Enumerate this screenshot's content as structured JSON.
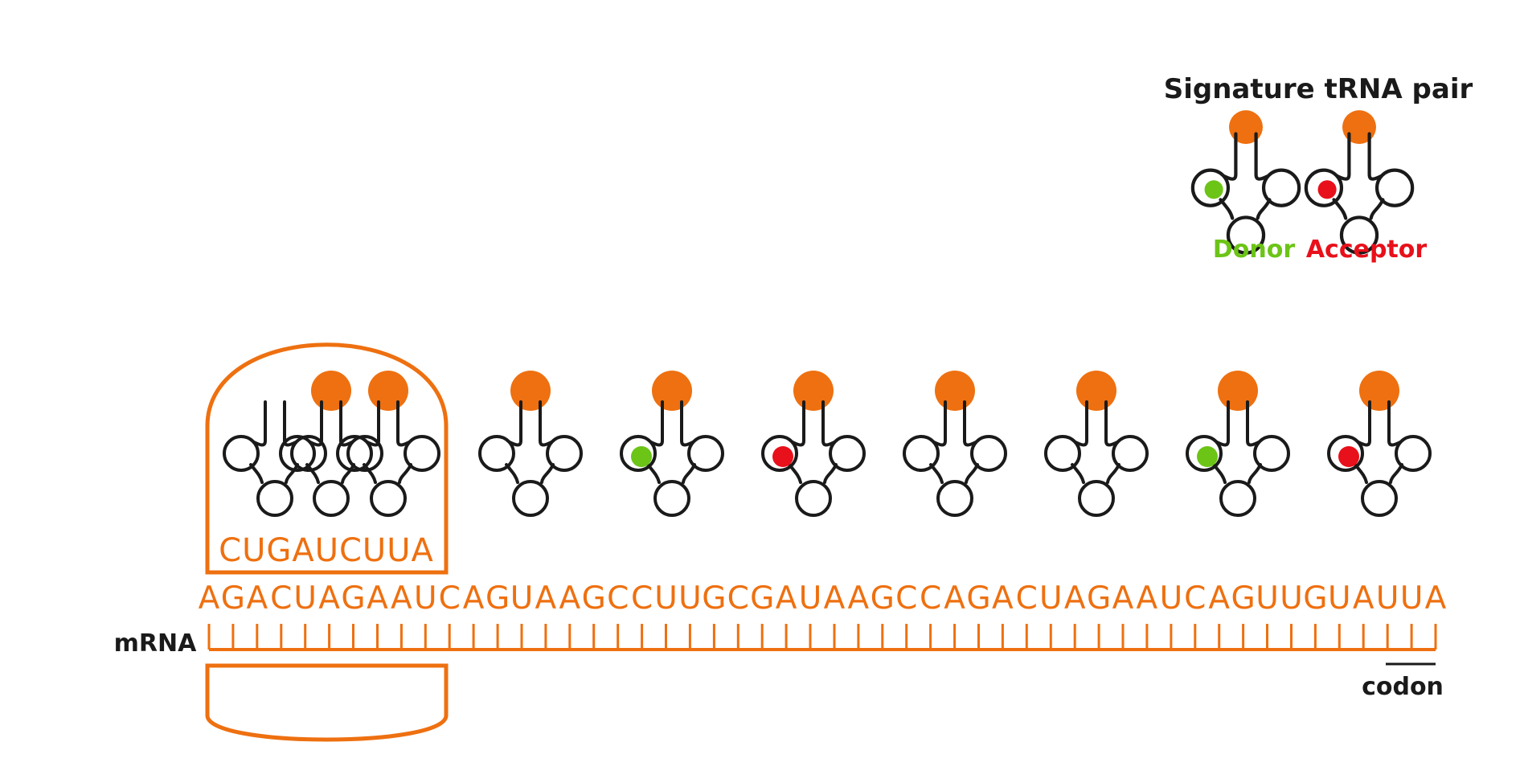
{
  "legend": {
    "title": "Signature tRNA pair",
    "donor_label": "Donor",
    "acceptor_label": "Acceptor"
  },
  "ribosome": {
    "bound_sequence": "CUGAUCUUA"
  },
  "mrna": {
    "label": "mRNA",
    "sequence": "AGACUAGAAUCAGUAAGCCUUGCGAUAAGCCAGACUAGAAUCAGUUGUAUUA",
    "codon_label": "codon"
  },
  "free_trnas": [
    {
      "marker": "none"
    },
    {
      "marker": "donor"
    },
    {
      "marker": "acceptor"
    },
    {
      "marker": "none"
    },
    {
      "marker": "none"
    },
    {
      "marker": "donor"
    },
    {
      "marker": "acceptor"
    }
  ],
  "colors": {
    "orange": "#EE7010",
    "donor": "#6CC417",
    "acceptor": "#E8101A",
    "ink": "#1a1a1a"
  }
}
